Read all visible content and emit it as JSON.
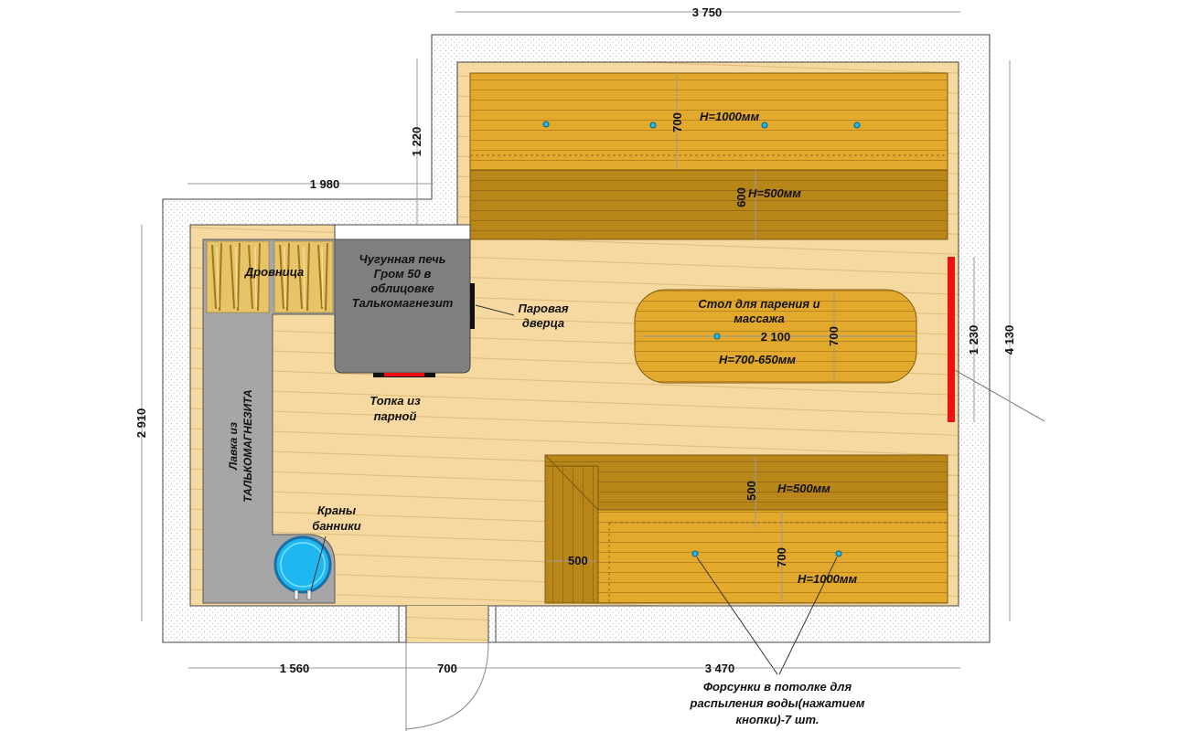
{
  "dimensions": {
    "top_width": "3 750",
    "left_block_width": "1 980",
    "notch_height": "1 220",
    "left_height": "2 910",
    "right_height": "4 130",
    "wall_segment": "1 230",
    "bottom_left": "1 560",
    "door_width": "700",
    "bottom_right": "3 470"
  },
  "top_shelf": {
    "depth": "700",
    "height_label": "H=1000мм",
    "step_depth": "600",
    "step_height_label": "H=500мм"
  },
  "bottom_shelf": {
    "step_depth": "500",
    "step_height_label": "H=500мм",
    "side_depth": "500",
    "depth": "700",
    "height_label": "H=1000мм"
  },
  "stove": {
    "line1": "Чугунная печь",
    "line2": "Гром 50 в",
    "line3": "облицовке",
    "line4": "Талькомагнезит"
  },
  "firewood": {
    "label": "Дровница"
  },
  "steam_door": {
    "line1": "Паровая",
    "line2": "дверца"
  },
  "firebox": {
    "line1": "Топка из",
    "line2": "парной"
  },
  "bench": {
    "line1": "Лавка из",
    "line2": "ТАЛЬКОМАГНЕЗИТА"
  },
  "taps": {
    "line1": "Краны",
    "line2": "банники"
  },
  "table": {
    "line1": "Стол для парения и",
    "line2": "массажа",
    "length": "2 100",
    "width": "700",
    "height_label": "H=700-650мм"
  },
  "nozzles": {
    "line1": "Форсунки в потолке для",
    "line2": "распыления воды(нажатием",
    "line3": "кнопки)-7 шт."
  },
  "colors": {
    "floor": "#f5d9a0",
    "shelf": "#e2a92c",
    "shelf_step": "#b98619",
    "stove": "#7f7f7f",
    "bench": "#a6a6a6",
    "water": "#1fb7f0",
    "red_marker": "#ee1111"
  }
}
